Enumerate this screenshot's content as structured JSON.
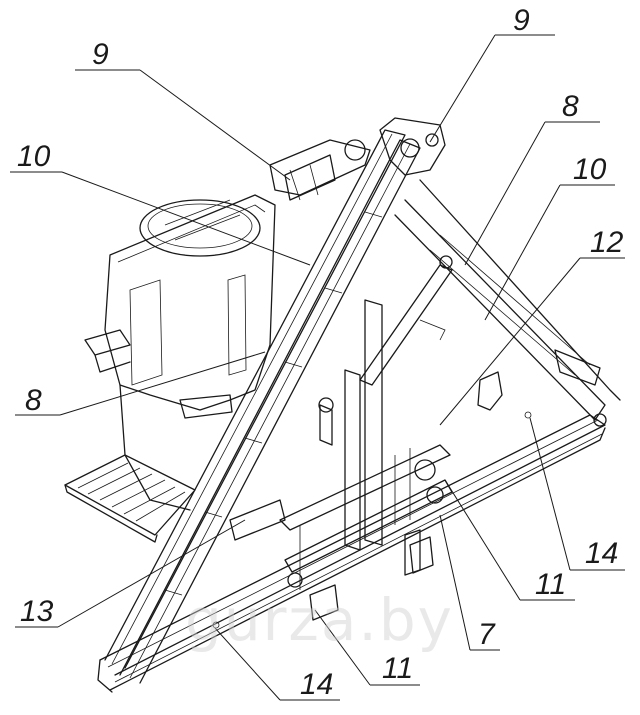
{
  "callouts": {
    "c9_top": "9",
    "c9_left": "9",
    "c8_right": "8",
    "c10_left": "10",
    "c10_right": "10",
    "c12": "12",
    "c8_left": "8",
    "c14_right": "14",
    "c11_right": "11",
    "c13": "13",
    "c7": "7",
    "c11_bottom": "11",
    "c14_bottom": "14"
  },
  "watermark": "gurza.by"
}
